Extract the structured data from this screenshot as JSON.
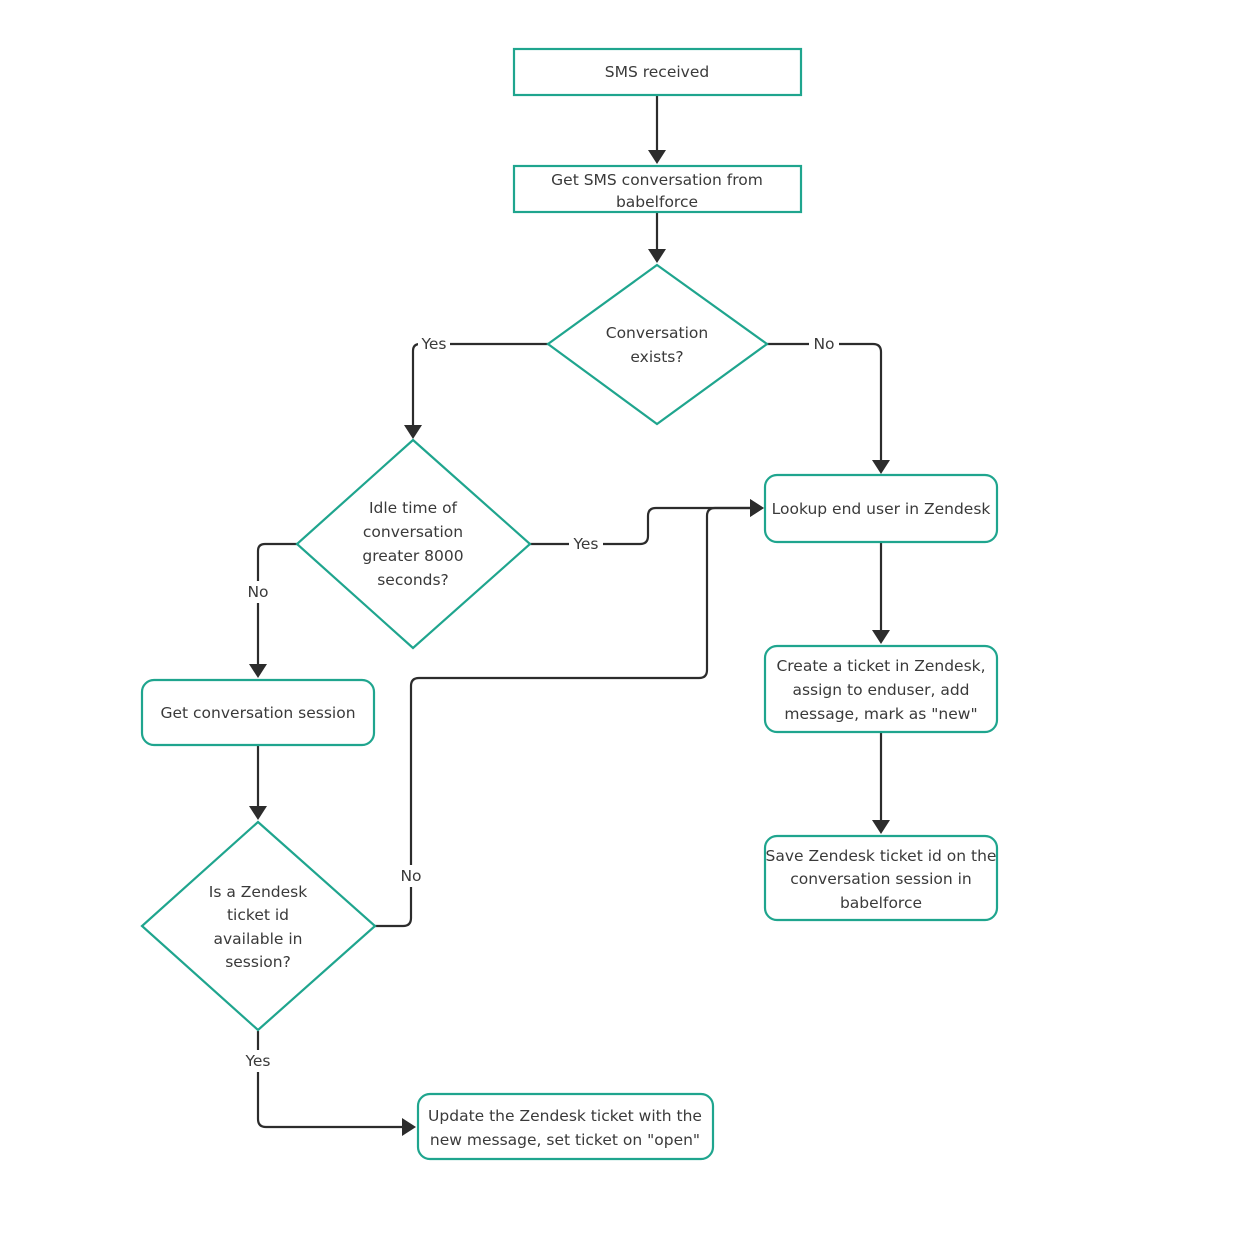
{
  "colors": {
    "node_border": "#1fa58e",
    "edge": "#2c2c2c",
    "text": "#3a3a3a",
    "background": "#ffffff"
  },
  "nodes": {
    "sms_received": {
      "shape": "rectangle",
      "lines": [
        "SMS received"
      ]
    },
    "get_conversation": {
      "shape": "rectangle",
      "lines": [
        "Get SMS conversation from",
        "babelforce"
      ]
    },
    "conversation_exists": {
      "shape": "diamond",
      "lines": [
        "Conversation",
        "exists?"
      ]
    },
    "idle_time": {
      "shape": "diamond",
      "lines": [
        "Idle time  of",
        "conversation",
        "greater 8000",
        "seconds?"
      ]
    },
    "lookup_user": {
      "shape": "rounded-rectangle",
      "lines": [
        "Lookup end user in Zendesk"
      ]
    },
    "get_session": {
      "shape": "rounded-rectangle",
      "lines": [
        "Get conversation session"
      ]
    },
    "create_ticket": {
      "shape": "rounded-rectangle",
      "lines": [
        "Create a ticket in Zendesk,",
        "assign to enduser, add",
        "message, mark as \"new\""
      ]
    },
    "ticket_available": {
      "shape": "diamond",
      "lines": [
        "Is a Zendesk",
        "ticket id",
        "available in",
        "session?"
      ]
    },
    "save_ticket": {
      "shape": "rounded-rectangle",
      "lines": [
        "Save Zendesk ticket id on the",
        "conversation session in",
        "babelforce"
      ]
    },
    "update_ticket": {
      "shape": "rounded-rectangle",
      "lines": [
        "Update the Zendesk ticket with the",
        "new message, set ticket on \"open\""
      ]
    }
  },
  "edges": {
    "exists_yes": {
      "from": "conversation_exists",
      "to": "idle_time",
      "label": "Yes"
    },
    "exists_no": {
      "from": "conversation_exists",
      "to": "lookup_user",
      "label": "No"
    },
    "idle_yes": {
      "from": "idle_time",
      "to": "lookup_user",
      "label": "Yes"
    },
    "idle_no": {
      "from": "idle_time",
      "to": "get_session",
      "label": "No"
    },
    "ticket_no": {
      "from": "ticket_available",
      "to": "lookup_user",
      "label": "No"
    },
    "ticket_yes": {
      "from": "ticket_available",
      "to": "update_ticket",
      "label": "Yes"
    }
  }
}
